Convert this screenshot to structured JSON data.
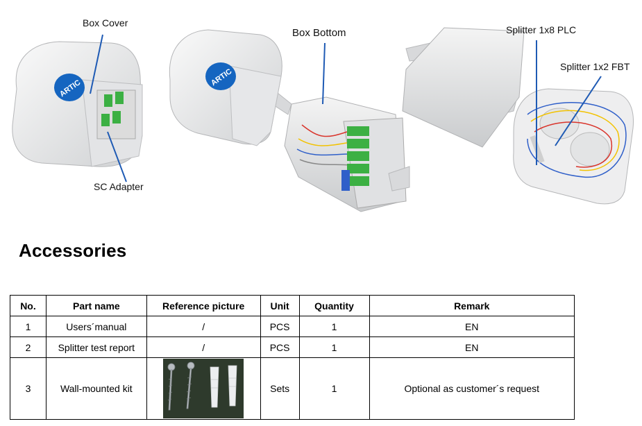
{
  "figure": {
    "labels": {
      "box_cover": "Box Cover",
      "sc_adapter": "SC Adapter",
      "box_bottom": "Box Bottom",
      "splitter_plc": "Splitter 1x8 PLC",
      "splitter_fbt": "Splitter 1x2 FBT"
    },
    "logo_text": "ARTIC",
    "colors": {
      "logo_blue": "#1565c0",
      "adapter_green": "#3cb043",
      "callout_line": "#1e5ab4",
      "fiber_yellow": "#f2c200",
      "fiber_red": "#d9342b",
      "fiber_blue": "#2f5fc9"
    }
  },
  "accessories": {
    "heading": "Accessories",
    "columns": [
      "No.",
      "Part name",
      "Reference picture",
      "Unit",
      "Quantity",
      "Remark"
    ],
    "rows": [
      {
        "no": "1",
        "part": "Users´manual",
        "picture": "/",
        "unit": "PCS",
        "qty": "1",
        "remark": "EN"
      },
      {
        "no": "2",
        "part": "Splitter test report",
        "picture": "/",
        "unit": "PCS",
        "qty": "1",
        "remark": "EN"
      },
      {
        "no": "3",
        "part": "Wall-mounted kit",
        "picture_icon": "screws-and-wall-plugs-photo",
        "unit": "Sets",
        "qty": "1",
        "remark": "Optional as customer´s request"
      }
    ]
  }
}
